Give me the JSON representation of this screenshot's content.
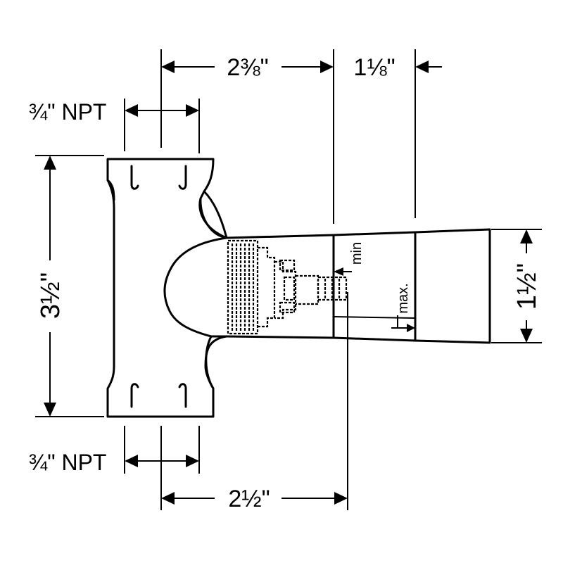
{
  "dimensions": {
    "top_width": "2⅜\"",
    "top_offset": "1⅛\"",
    "top_port": "¾\" NPT",
    "bottom_port": "¾\" NPT",
    "body_height": "3½\"",
    "outlet_height": "1½\"",
    "bottom_width": "2½\""
  },
  "annotations": {
    "min_label": "min",
    "max_label": "max."
  },
  "colors": {
    "line": "#000000",
    "background": "#ffffff"
  }
}
